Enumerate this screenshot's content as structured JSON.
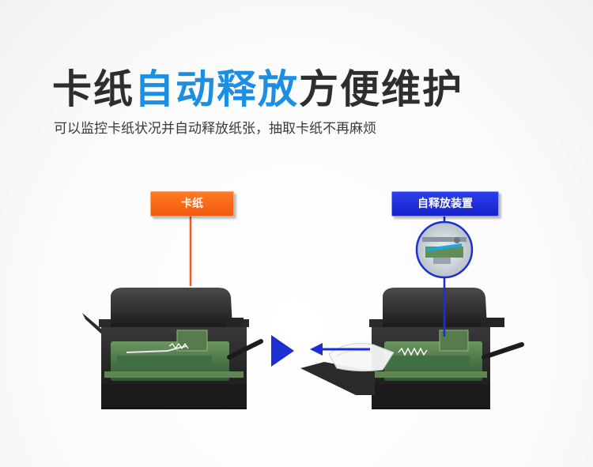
{
  "header": {
    "title_part1": "卡纸",
    "title_highlight": "自动释放",
    "title_part2": "方便维护",
    "subtitle": "可以监控卡纸状况并自动释放纸张，抽取卡纸不再麻烦"
  },
  "labels": {
    "jam": "卡纸",
    "auto_release": "自释放装置"
  },
  "colors": {
    "title_highlight": "#1d8fe3",
    "jam_tag": "#f15a0c",
    "auto_tag": "#1622c9",
    "arrow": "#1d2fd1"
  },
  "icons": {
    "transition_arrow": "play-triangle-icon",
    "paper_arrow": "left-arrow-icon"
  }
}
